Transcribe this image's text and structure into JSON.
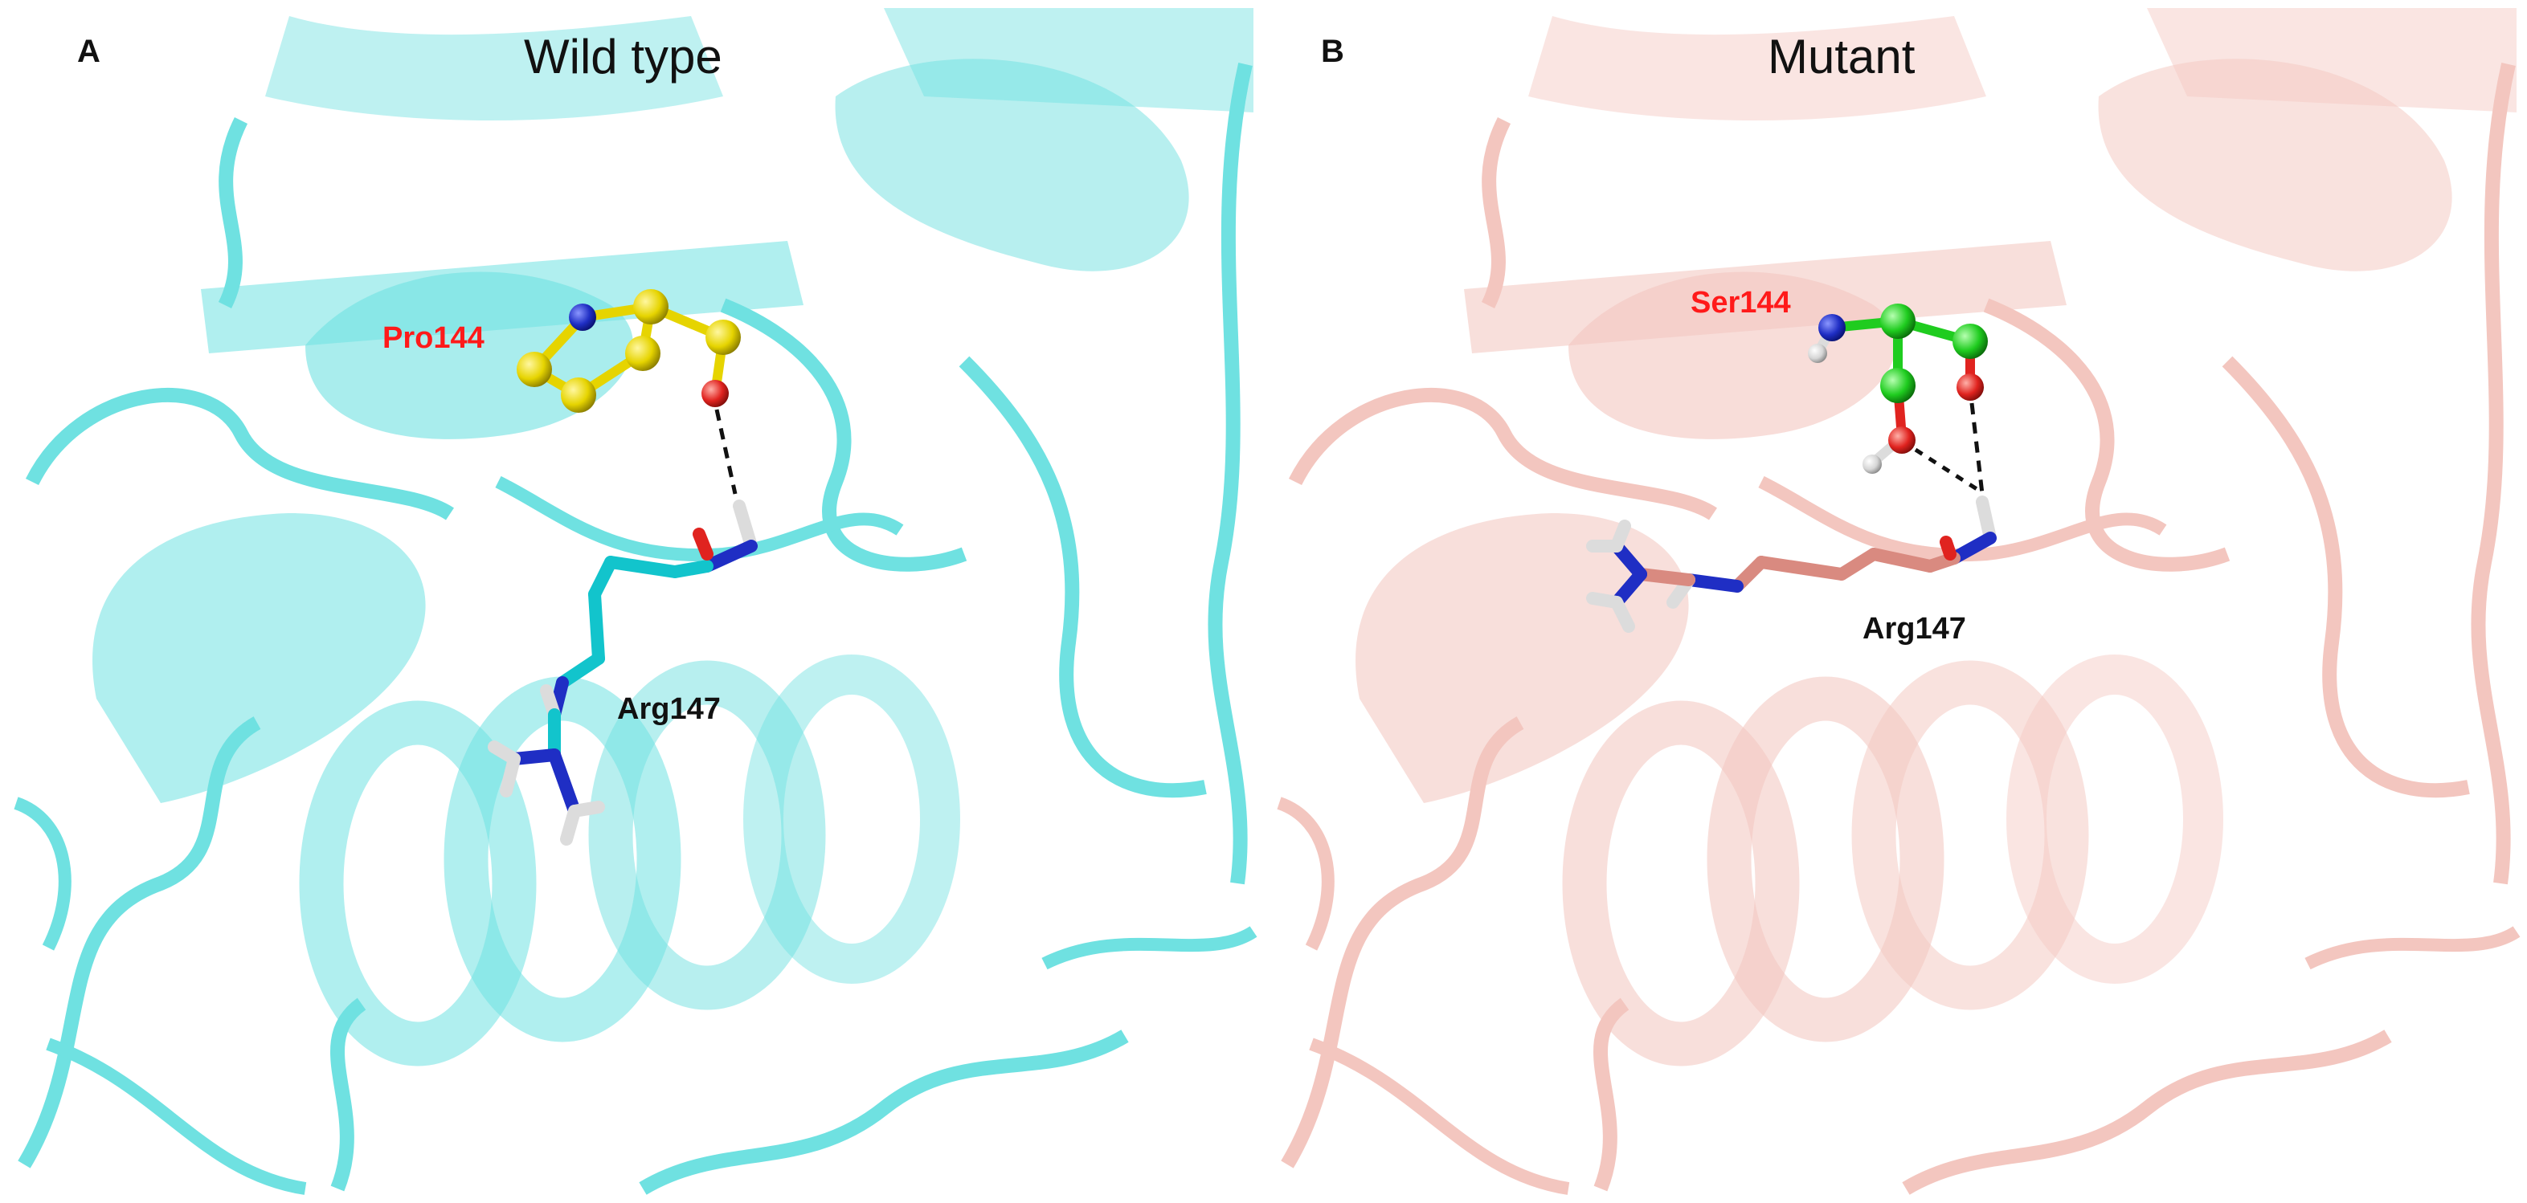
{
  "figure": {
    "panel_a": {
      "letter": "A",
      "title": "Wild type",
      "residue_label_1": "Pro144",
      "residue_label_2": "Arg147",
      "ribbon_color": "#7fe8e8",
      "ligand_color": "#e6d400",
      "stick_color": "#12c4cc"
    },
    "panel_b": {
      "letter": "B",
      "title": "Mutant",
      "residue_label_1": "Ser144",
      "residue_label_2": "Arg147",
      "ribbon_color": "#f4c9c2",
      "ligand_color": "#1fcc1f",
      "stick_color": "#d98a80"
    },
    "colors": {
      "nitrogen": "#1f2ec4",
      "oxygen": "#e0231f",
      "hydrogen": "#dcdcdc",
      "hbond": "#111111",
      "label_red": "#ff1a1a"
    }
  }
}
